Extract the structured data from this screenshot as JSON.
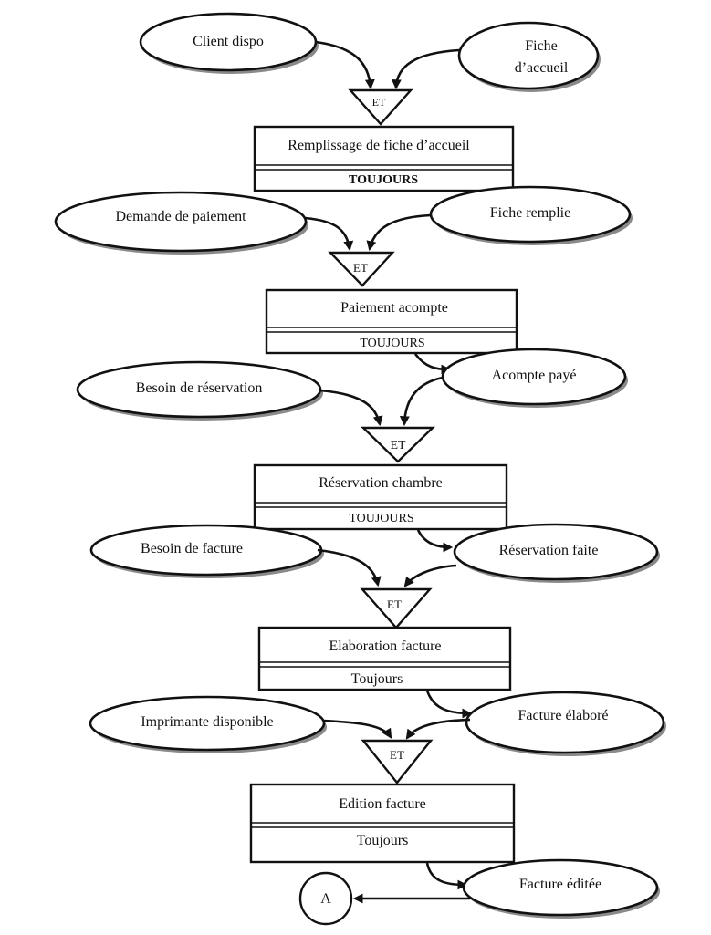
{
  "gate_label": "ET",
  "events": {
    "client_dispo": "Client dispo",
    "fiche_accueil_line1": "Fiche",
    "fiche_accueil_line2": "d’accueil",
    "demande_paiement": "Demande de paiement",
    "fiche_remplie": "Fiche remplie",
    "besoin_reservation": "Besoin de réservation",
    "acompte_paye": "Acompte payé",
    "besoin_facture": "Besoin de facture",
    "reservation_faite": "Réservation faite",
    "imprimante_disponible": "Imprimante disponible",
    "facture_elabore": "Facture élaboré",
    "facture_editee": "Facture éditée"
  },
  "operations": [
    {
      "title": "Remplissage de fiche d’accueil",
      "rule": "TOUJOURS"
    },
    {
      "title": "Paiement acompte",
      "rule": "TOUJOURS"
    },
    {
      "title": "Réservation chambre",
      "rule": "TOUJOURS"
    },
    {
      "title": "Elaboration facture",
      "rule": "Toujours"
    },
    {
      "title": "Edition facture",
      "rule": "Toujours"
    }
  ],
  "connector_label": "A"
}
